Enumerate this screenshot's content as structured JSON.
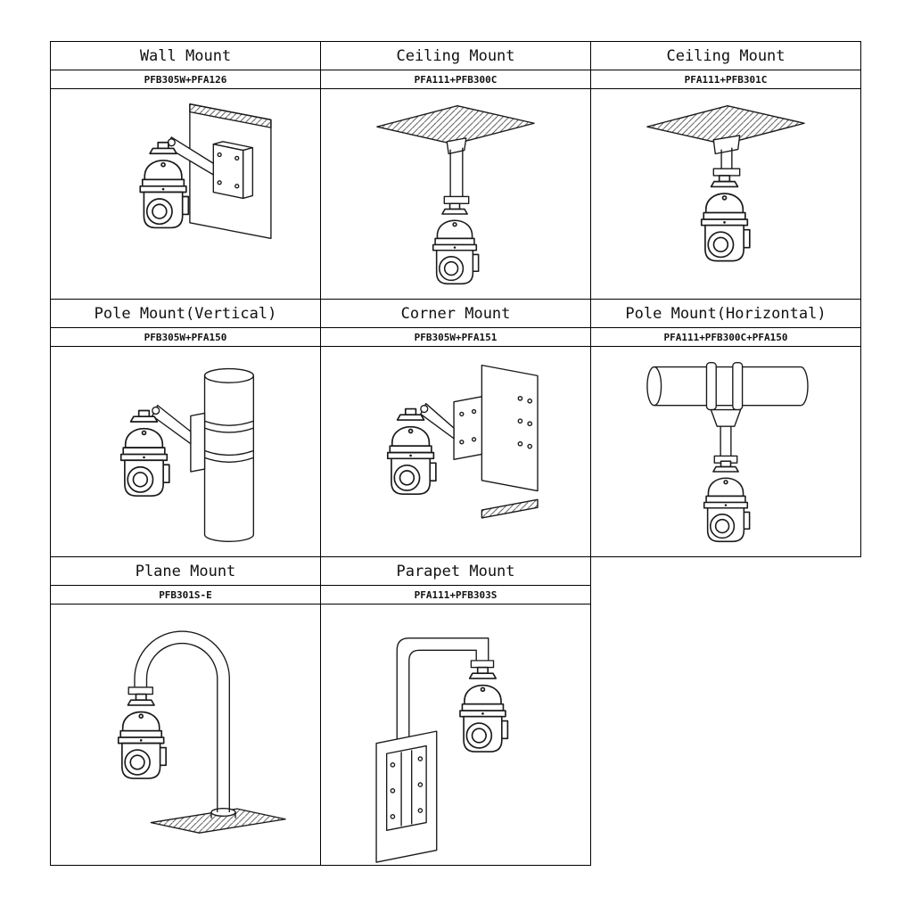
{
  "page": {
    "background_color": "#ffffff",
    "line_color": "#1a1a1a",
    "border_color": "#000000",
    "description": "PTZ camera mounting options diagram grid"
  },
  "table": {
    "rows": [
      [
        {
          "title": "Wall Mount",
          "code": "PFB305W+PFA126",
          "illustration": "wall-mount-illustration"
        },
        {
          "title": "Ceiling Mount",
          "code": "PFA111+PFB300C",
          "illustration": "ceiling-mount-long-illustration"
        },
        {
          "title": "Ceiling Mount",
          "code": "PFA111+PFB301C",
          "illustration": "ceiling-mount-short-illustration"
        }
      ],
      [
        {
          "title": "Pole Mount(Vertical)",
          "code": "PFB305W+PFA150",
          "illustration": "pole-mount-vertical-illustration"
        },
        {
          "title": "Corner Mount",
          "code": "PFB305W+PFA151",
          "illustration": "corner-mount-illustration"
        },
        {
          "title": "Pole Mount(Horizontal)",
          "code": "PFA111+PFB300C+PFA150",
          "illustration": "pole-mount-horizontal-illustration"
        }
      ],
      [
        {
          "title": "Plane Mount",
          "code": "PFB301S-E",
          "illustration": "plane-mount-illustration"
        },
        {
          "title": "Parapet Mount",
          "code": "PFA111+PFB303S",
          "illustration": "parapet-mount-illustration"
        }
      ]
    ]
  }
}
